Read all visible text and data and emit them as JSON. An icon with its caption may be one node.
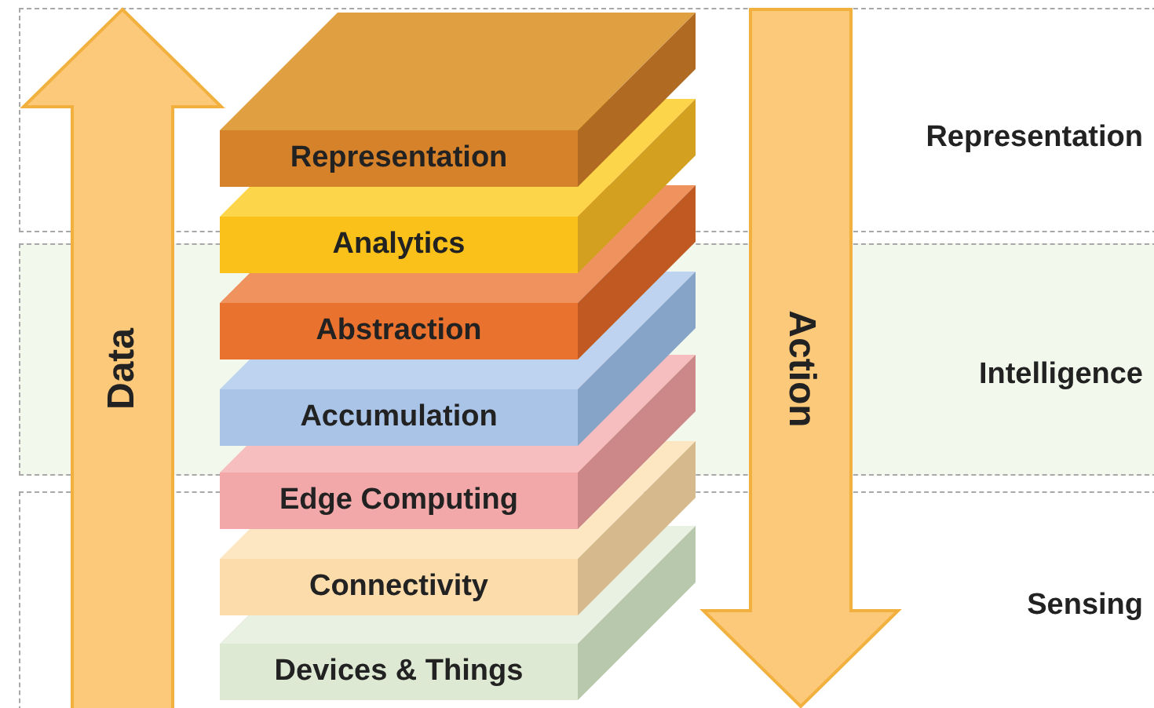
{
  "diagram": {
    "nodes": [
      {
        "text": [
          "Data"
        ]
      },
      {
        "text": [
          "Representation"
        ]
      },
      {
        "text": [
          "Analytics"
        ]
      },
      {
        "text": [
          "Abstraction"
        ]
      },
      {
        "text": [
          "Accumulation"
        ]
      },
      {
        "text": [
          "Edge Computing"
        ]
      },
      {
        "text": [
          "Connectivity"
        ]
      },
      {
        "text": [
          "Devices & Things"
        ]
      },
      {
        "text": [
          "Action"
        ]
      }
    ],
    "edges": [],
    "labels": [
      "Representation",
      "Intelligence",
      "Sensing"
    ]
  }
}
